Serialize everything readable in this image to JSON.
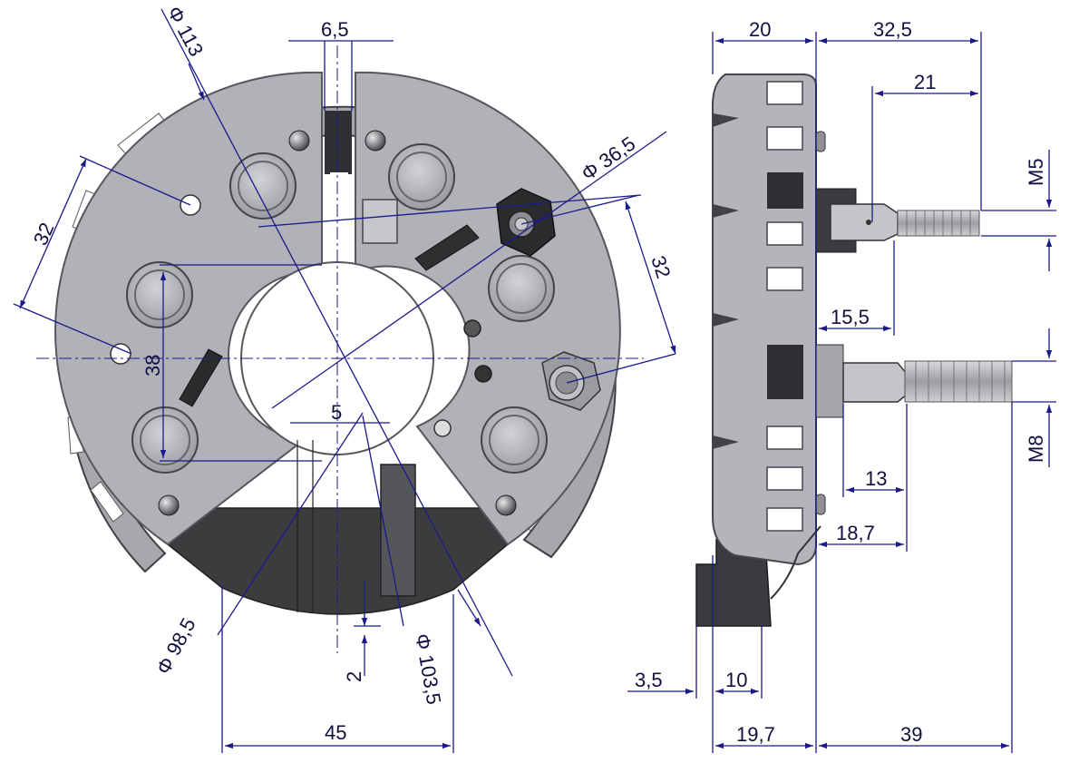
{
  "front_view": {
    "dims": {
      "d113": "Φ 113",
      "w65": "6,5",
      "d365": "Φ 36,5",
      "left32": "32",
      "right32": "32",
      "h38": "38",
      "w5": "5",
      "d985": "Φ 98,5",
      "d1035": "Φ 103,5",
      "h2": "2",
      "w45": "45"
    }
  },
  "side_view": {
    "dims": {
      "w20": "20",
      "w325": "32,5",
      "w21": "21",
      "m5": "M5",
      "w155": "15,5",
      "m8": "M8",
      "w13": "13",
      "w187": "18,7",
      "w35": "3,5",
      "w10": "10",
      "w197": "19,7",
      "w39": "39"
    }
  },
  "colors": {
    "plate": "#b0b2b8",
    "plate_edge": "#55575c",
    "dark_body": "#3c3c3e",
    "dim_line": "#1a1a8c",
    "text": "#101040"
  }
}
